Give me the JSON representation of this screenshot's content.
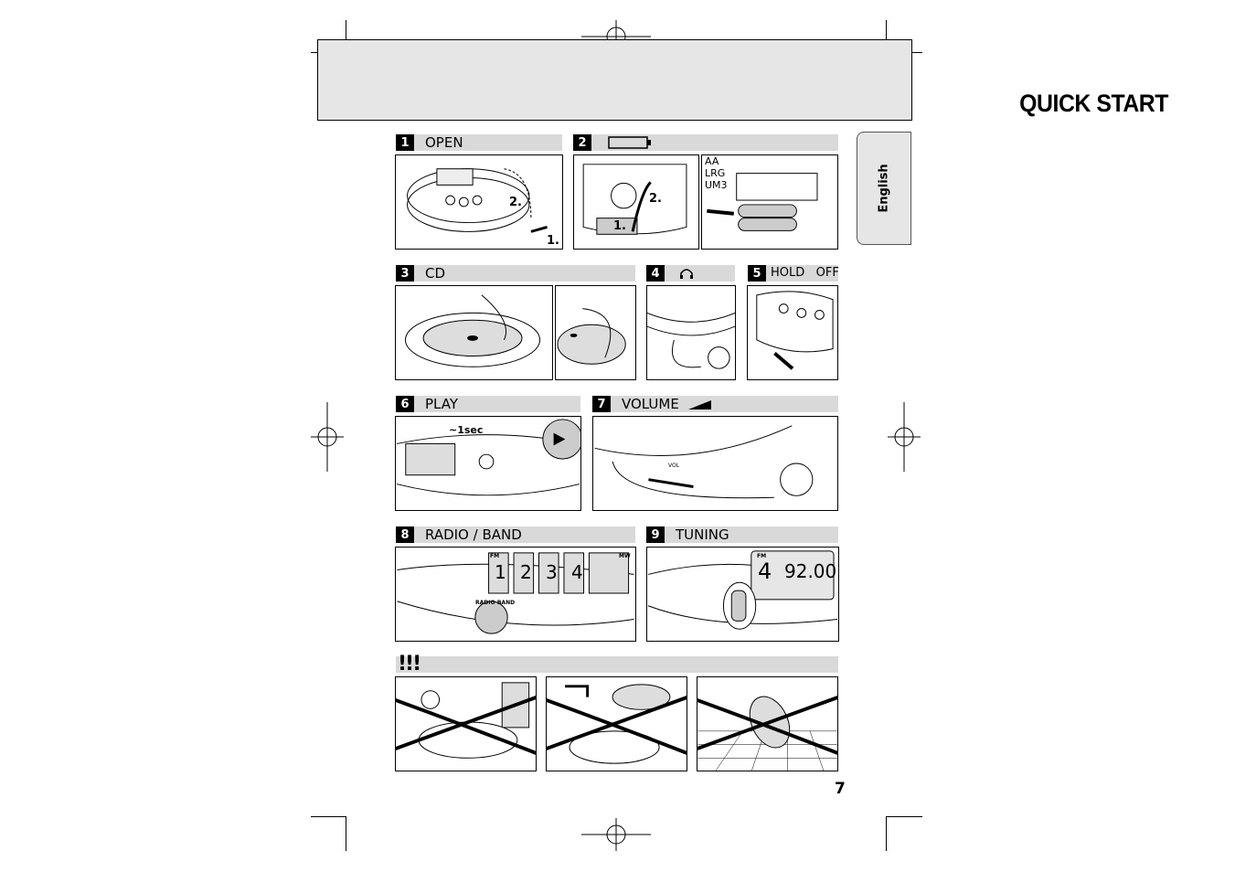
{
  "header": {
    "title": "QUICK START"
  },
  "language_tab": {
    "label": "English"
  },
  "page_number": "7",
  "sections": [
    {
      "num": "1",
      "label": "OPEN",
      "step_labels": [
        "2.",
        "1."
      ]
    },
    {
      "num": "2",
      "label": "",
      "icon": "battery-icon",
      "step_labels": [
        "1.",
        "2."
      ],
      "battery_types": [
        "AA",
        "LRG",
        "UM3"
      ]
    },
    {
      "num": "3",
      "label": "CD"
    },
    {
      "num": "4",
      "label": "",
      "icon": "headphones-icon"
    },
    {
      "num": "5",
      "label": "HOLD   OFF"
    },
    {
      "num": "6",
      "label": "PLAY",
      "note": "~1sec"
    },
    {
      "num": "7",
      "label": "VOLUME",
      "icon": "volume-wedge-icon",
      "knob_label": "VOL"
    },
    {
      "num": "8",
      "label": "RADIO / BAND",
      "button_label": "RADIO·BAND",
      "display_digits": [
        "1",
        "2",
        "3",
        "4"
      ],
      "band_labels": [
        "FM",
        "MW"
      ]
    },
    {
      "num": "9",
      "label": "TUNING",
      "display_preset": "4",
      "display_freq": "92.00",
      "band_label": "FM"
    }
  ],
  "warning": {
    "label": "!!!"
  },
  "colors": {
    "header_bg": "#e6e6e6",
    "bar_bg": "#d9d9d9",
    "badge": "#000000"
  }
}
